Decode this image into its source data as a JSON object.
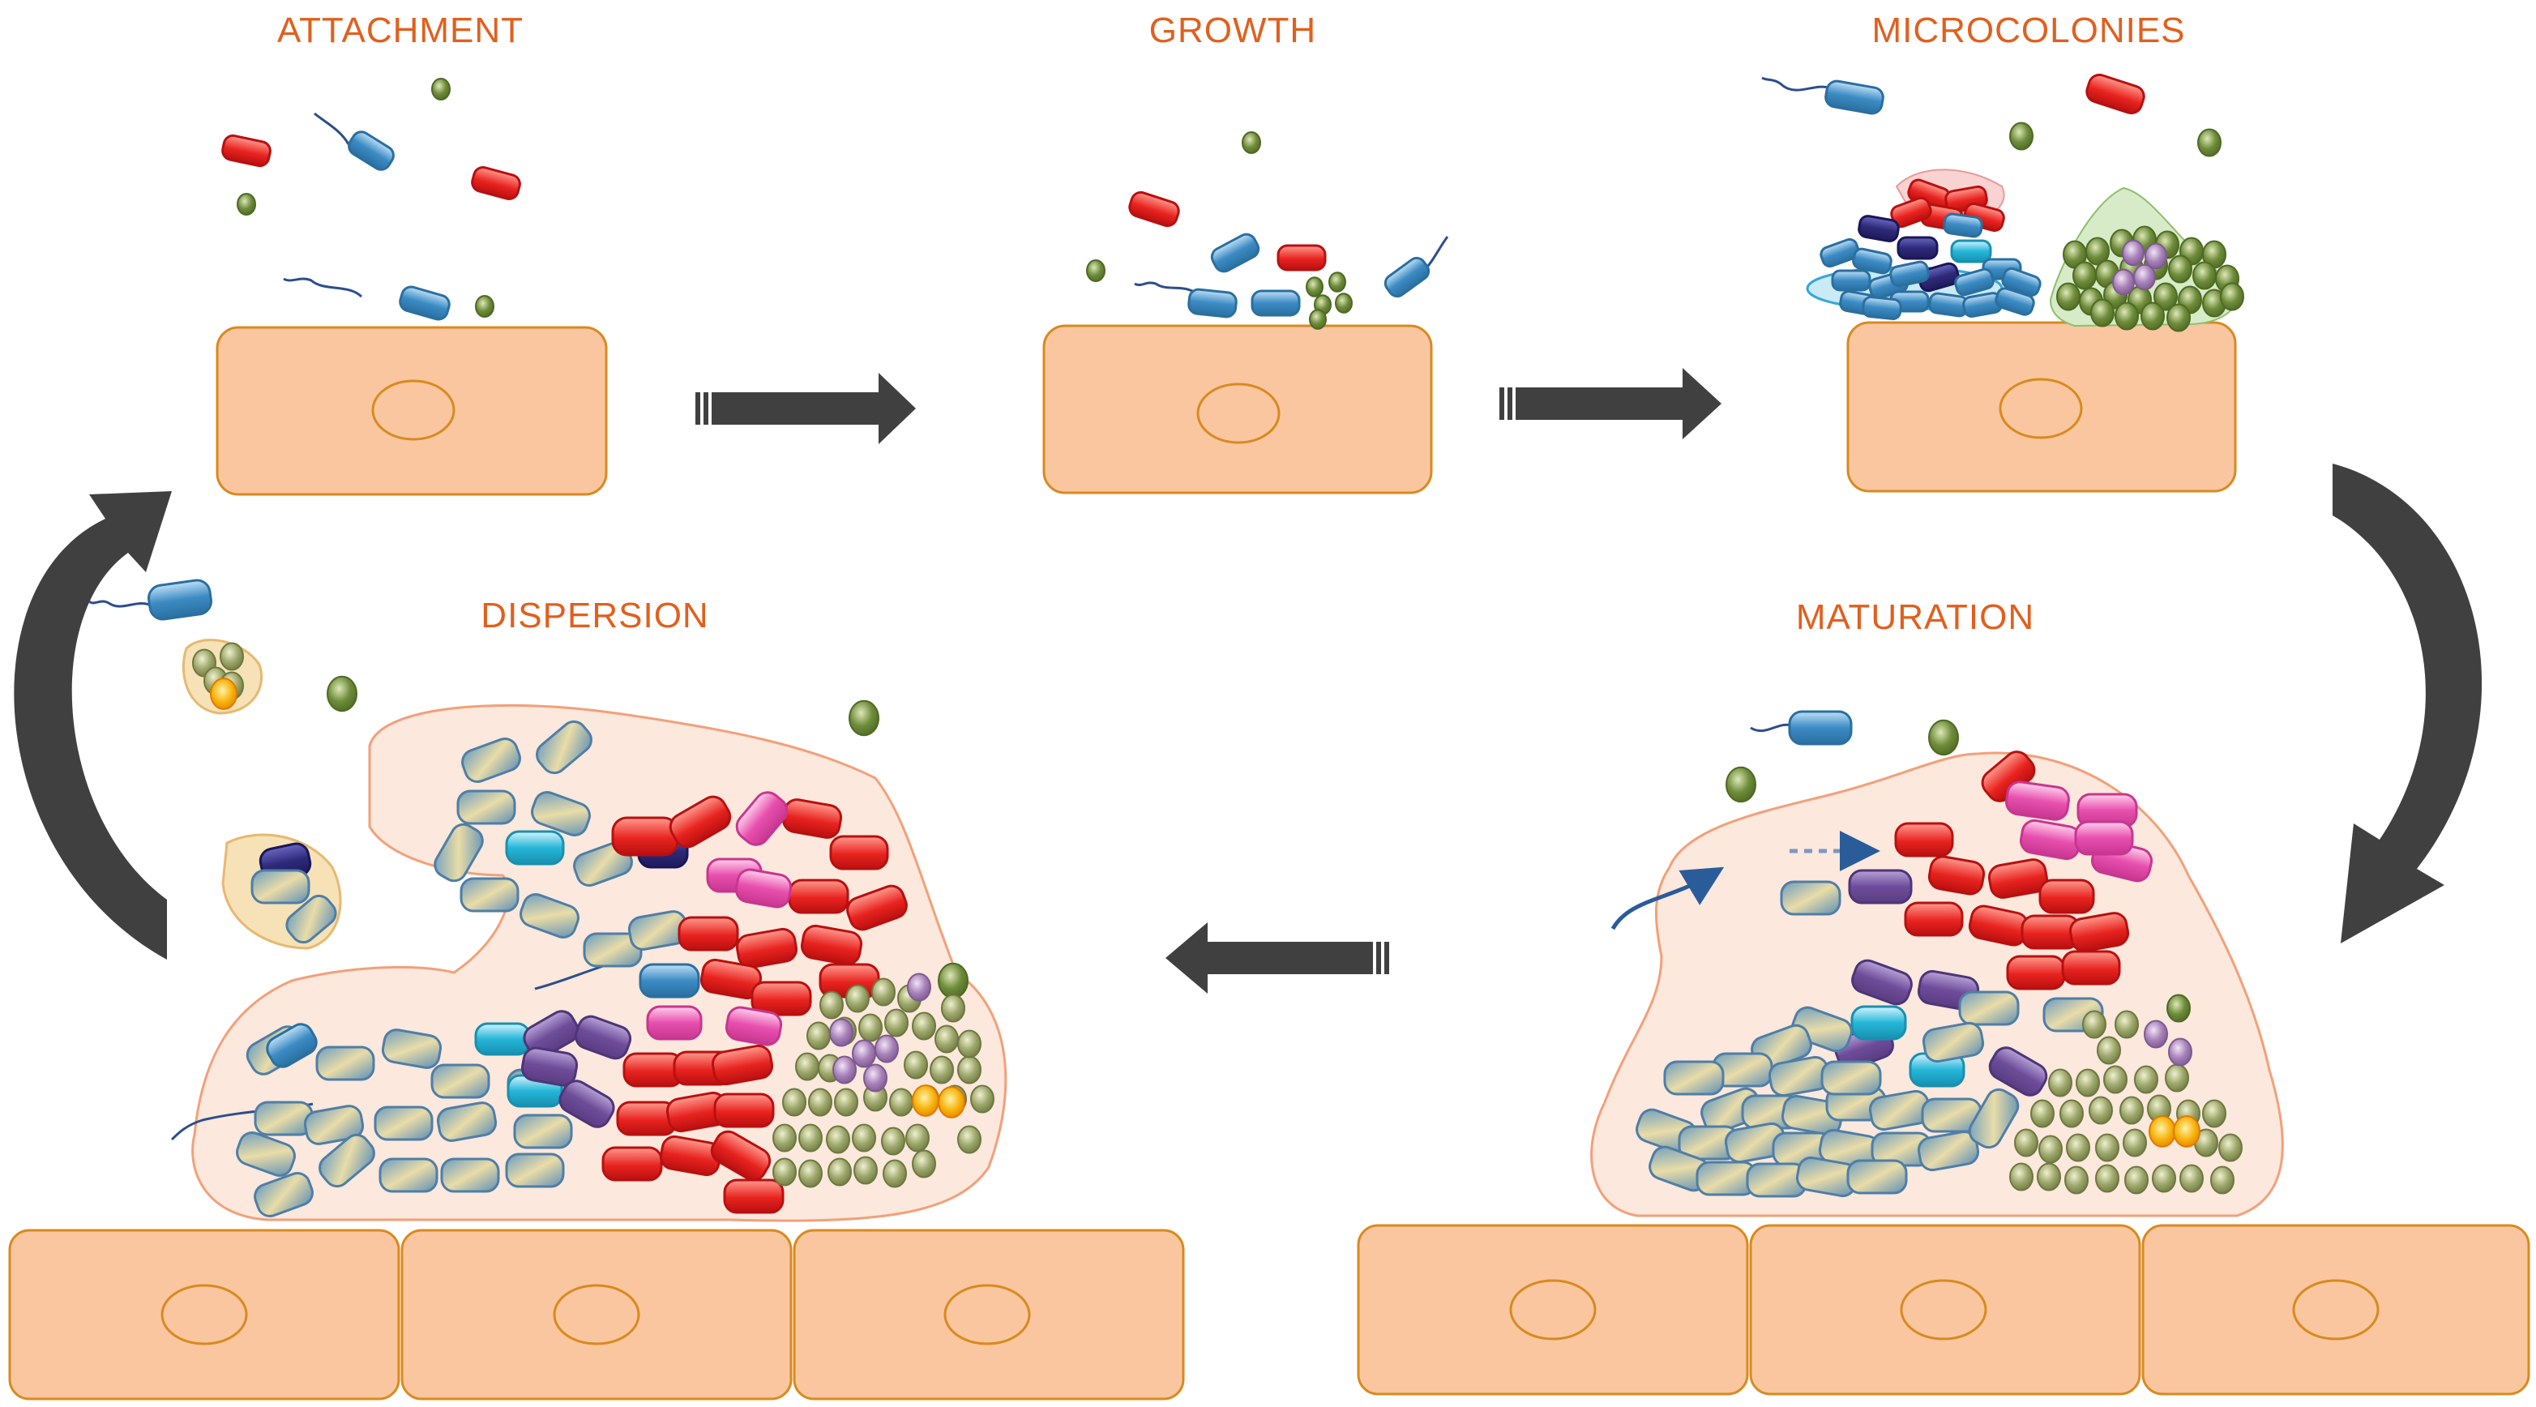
{
  "stages": [
    {
      "id": "attachment",
      "label": "ATTACHMENT"
    },
    {
      "id": "growth",
      "label": "GROWTH"
    },
    {
      "id": "microcolonies",
      "label": "MICROCOLONIES"
    },
    {
      "id": "maturation",
      "label": "MATURATION"
    },
    {
      "id": "dispersion",
      "label": "DISPERSION"
    }
  ],
  "colors": {
    "label": "#E0601E",
    "host_cell_fill": "#F9C6A0",
    "host_cell_stroke": "#D98A1E",
    "arrow": "#404040",
    "matrix_fill": "#FCE8DC",
    "matrix_stroke": "#F2A07A",
    "bacterium_red": "#E8231F",
    "bacterium_blue": "#3C8BC4",
    "bacterium_blue_gold": "#6A9CC0",
    "bacterium_purple": "#6E4C9A",
    "bacterium_navy": "#2E2A7A",
    "bacterium_cyan": "#25B6D8",
    "bacterium_pink": "#E84FAE",
    "coccus_green": "#6E8C3A",
    "coccus_olive": "#9CA76A",
    "coccus_violet": "#A781B8",
    "coccus_yellow": "#F7B20A"
  },
  "icons": [
    "host-cell-icon",
    "nucleus-icon",
    "rod-bacterium-icon",
    "flagellated-bacterium-icon",
    "coccus-icon",
    "process-arrow-icon",
    "cycle-arrow-icon",
    "biofilm-matrix-icon"
  ]
}
